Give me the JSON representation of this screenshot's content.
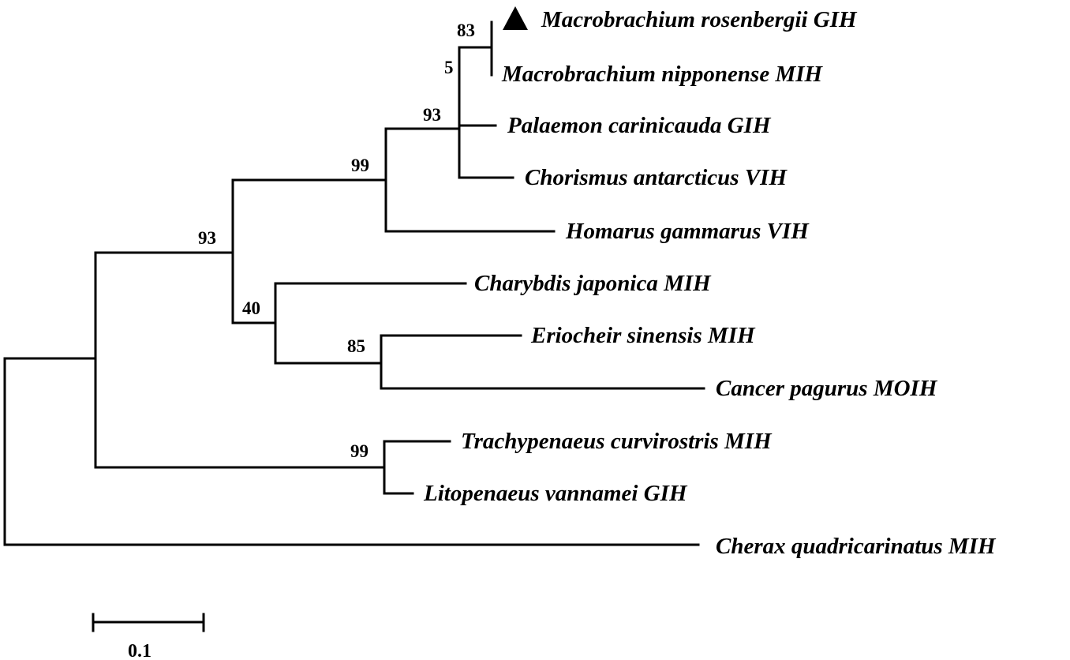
{
  "tree": {
    "taxa": [
      {
        "id": "mros",
        "label": "Macrobrachium rosenbergii GIH",
        "marker": "filled-triangle"
      },
      {
        "id": "mnip",
        "label": "Macrobrachium nipponense MIH"
      },
      {
        "id": "pcar",
        "label": "Palaemon carinicauda GIH"
      },
      {
        "id": "cant",
        "label": "Chorismus antarcticus VIH"
      },
      {
        "id": "hgam",
        "label": "Homarus gammarus VIH"
      },
      {
        "id": "cjap",
        "label": "Charybdis japonica MIH"
      },
      {
        "id": "esin",
        "label": "Eriocheir sinensis MIH"
      },
      {
        "id": "cpag",
        "label": "Cancer pagurus MOIH"
      },
      {
        "id": "tcur",
        "label": "Trachypenaeus curvirostris MIH"
      },
      {
        "id": "lvan",
        "label": "Litopenaeus vannamei GIH"
      },
      {
        "id": "cqua",
        "label": "Cherax quadricarinatus  MIH"
      }
    ],
    "bootstrap": {
      "mros_mnip": "83",
      "mnip_node": "5",
      "palaemonid": "93",
      "caridea_homarus": "99",
      "pleocyemata": "93",
      "brachyura": "40",
      "esin_cpag": "85",
      "penaeid": "99"
    },
    "scale_bar": {
      "label": "0.1"
    },
    "colors": {
      "line": "#000000",
      "background": "#ffffff"
    }
  }
}
